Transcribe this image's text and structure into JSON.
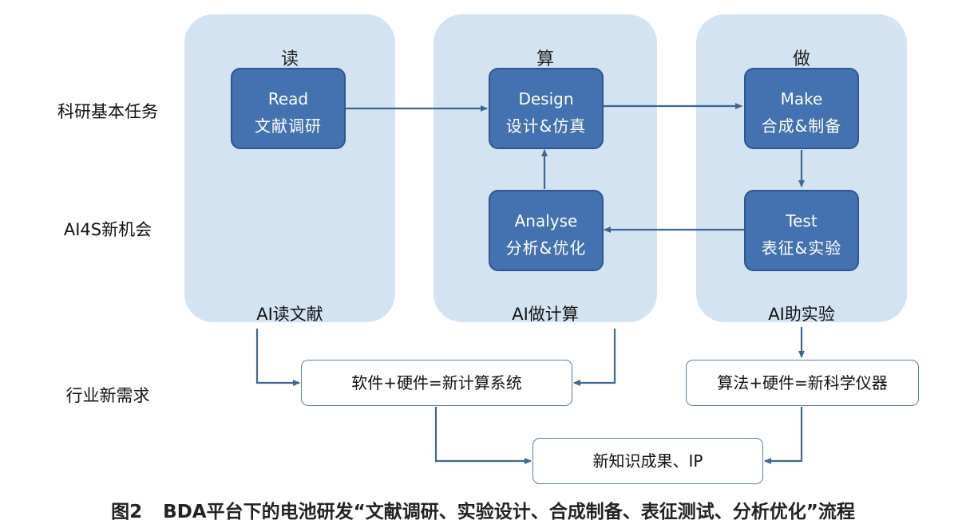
{
  "row_labels": {
    "tasks": "科研基本任务",
    "opportunities": "AI4S新机会",
    "demands": "行业新需求"
  },
  "panels": {
    "read": {
      "title": "读",
      "footer": "AI读文献"
    },
    "compute": {
      "title": "算",
      "footer": "AI做计算"
    },
    "do": {
      "title": "做",
      "footer": "AI助实验"
    }
  },
  "tasks": {
    "read": {
      "en": "Read",
      "zh": "文献调研"
    },
    "design": {
      "en": "Design",
      "zh": "设计&仿真"
    },
    "make": {
      "en": "Make",
      "zh": "合成&制备"
    },
    "analyse": {
      "en": "Analyse",
      "zh": "分析&优化"
    },
    "test": {
      "en": "Test",
      "zh": "表征&实验"
    }
  },
  "outputs": {
    "compute_system": "软件+硬件=新计算系统",
    "science_instrument": "算法+硬件=新科学仪器",
    "ip": "新知识成果、IP"
  },
  "caption": {
    "label": "图2",
    "text": "BDA平台下的电池研发“文献调研、实验设计、合成制备、表征测试、分析优化”流程"
  },
  "colors": {
    "panel_bg": "#d3e3f1",
    "task_fill": "#4471b0",
    "arrow": "#3f6591"
  }
}
